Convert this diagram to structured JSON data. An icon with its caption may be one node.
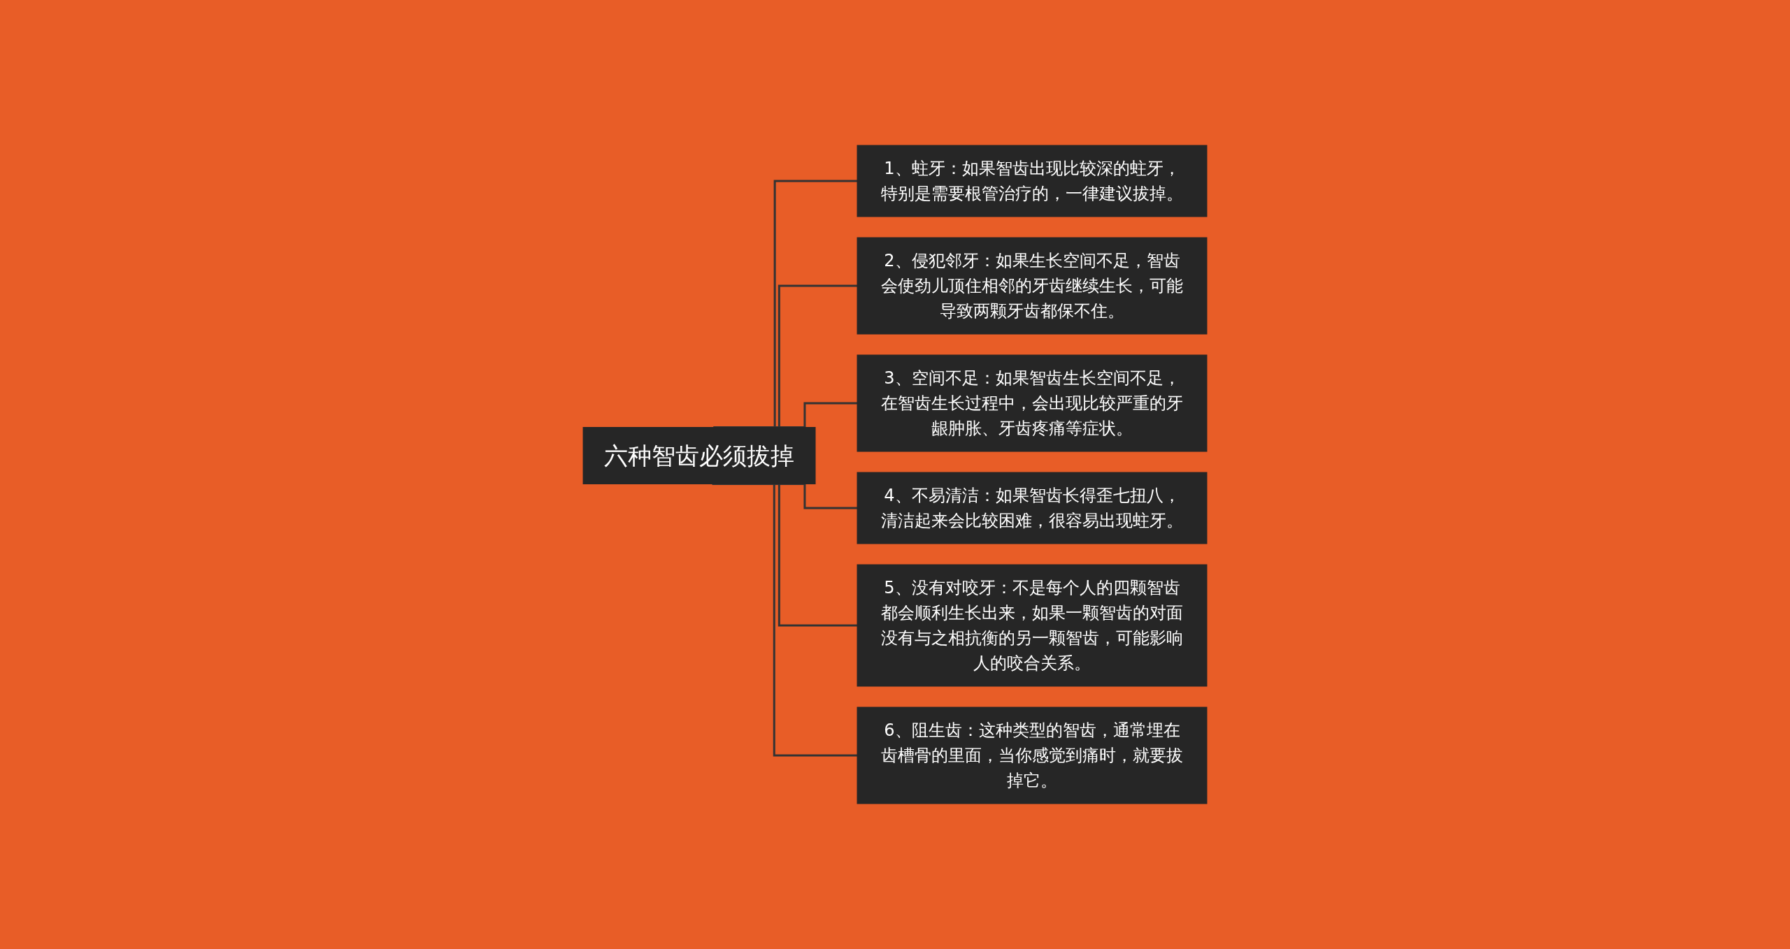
{
  "diagram": {
    "nodes": [
      {
        "text": [
          "六种智齿必须拔掉"
        ]
      },
      {
        "text": [
          "1、蛀牙：如果智齿出现比较深的蛀牙，特别是需要根管治疗的，一律建议拔掉。"
        ]
      },
      {
        "text": [
          "2、侵犯邻牙：如果生长空间不足，智齿会使劲儿顶住相邻的牙齿继续生长，可能导致两颗牙齿都保不住。"
        ]
      },
      {
        "text": [
          "3、空间不足：如果智齿生长空间不足，在智齿生长过程中，会出现比较严重的牙龈肿胀、牙齿疼痛等症状。"
        ]
      },
      {
        "text": [
          "4、不易清洁：如果智齿长得歪七扭八，清洁起来会比较困难，很容易出现蛀牙。"
        ]
      },
      {
        "text": [
          "5、没有对咬牙：不是每个人的四颗智齿都会顺利生长出来，如果一颗智齿的对面没有与之相抗衡的另一颗智齿，可能影响人的咬合关系。"
        ]
      },
      {
        "text": [
          "6、阻生齿：这种类型的智齿，通常埋在齿槽骨的里面，当你感觉到痛时，就要拔掉它。"
        ]
      }
    ],
    "edges": [
      {
        "from": 0,
        "to": 1,
        "arrow": "none"
      },
      {
        "from": 0,
        "to": 2,
        "arrow": "none"
      },
      {
        "from": 0,
        "to": 3,
        "arrow": "none"
      },
      {
        "from": 0,
        "to": 4,
        "arrow": "none"
      },
      {
        "from": 0,
        "to": 5,
        "arrow": "none"
      },
      {
        "from": 0,
        "to": 6,
        "arrow": "none"
      }
    ]
  }
}
